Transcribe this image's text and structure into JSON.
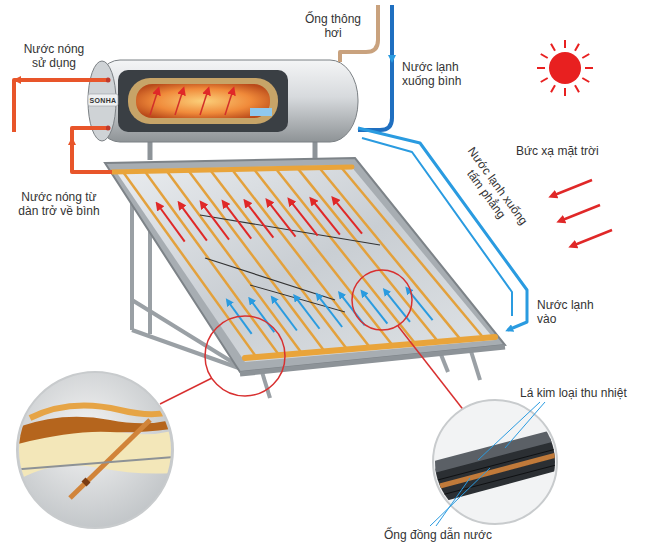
{
  "diagram": {
    "labels": [
      "Ống thông hơi",
      "Nước nóng sử dụng",
      "Nước lạnh xuống bình",
      "SONHA",
      "Bức xạ mặt trời",
      "Nước lạnh xuống tấm phẳng",
      "Nước nóng từ dàn trở về bình",
      "Nước lạnh vào",
      "Lá kim loại thu nhiệt",
      "Ống đồng dẫn nước"
    ]
  }
}
